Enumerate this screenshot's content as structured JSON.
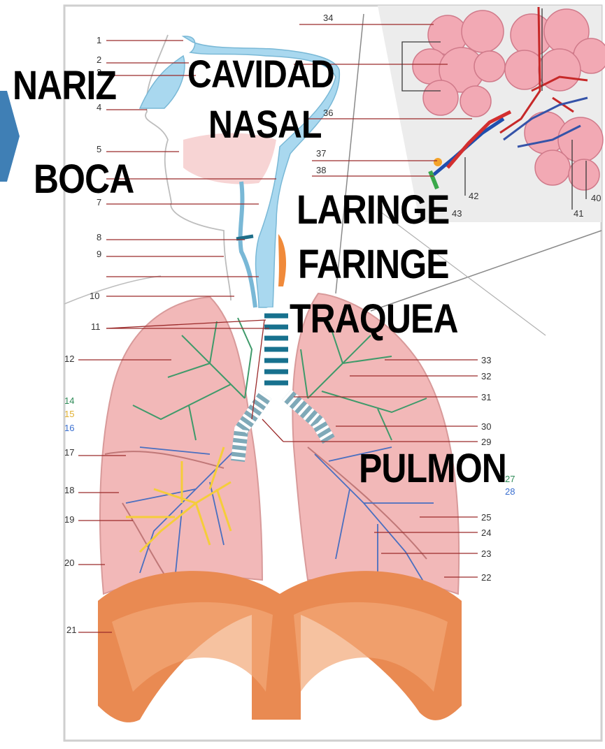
{
  "colors": {
    "frame": "#cfcfcf",
    "leader_line": "#9b2a2a",
    "nasal_cavity": "#a9d8ef",
    "lung_tissue": "#f2b8b8",
    "bronchi_green": "#3f9a6a",
    "veins_blue": "#4a6fc0",
    "yellow_tree": "#f5cd3a",
    "diaphragm": "#e98a52",
    "arrow_tab": "#3f7fb5",
    "trachea_ring": "#17718e"
  },
  "big_labels": {
    "nariz": "NARIZ",
    "cavidad": "CAVIDAD",
    "nasal": "NASAL",
    "boca": "BOCA",
    "laringe": "LARINGE",
    "faringe": "FARINGE",
    "traquea": "TRAQUEA",
    "pulmon": "PULMON"
  },
  "numbers": {
    "n1": "1",
    "n2": "2",
    "n3": "3",
    "n4": "4",
    "n5": "5",
    "n7": "7",
    "n8": "8",
    "n9": "9",
    "n10": "10",
    "n11": "11",
    "n12": "12",
    "n14": "14",
    "n15": "15",
    "n16": "16",
    "n17": "17",
    "n18": "18",
    "n19": "19",
    "n20": "20",
    "n21": "21",
    "n22": "22",
    "n23": "23",
    "n24": "24",
    "n25": "25",
    "n27": "27",
    "n28": "28",
    "n29": "29",
    "n30": "30",
    "n31": "31",
    "n32": "32",
    "n33": "33",
    "n34": "34",
    "n36": "36",
    "n37": "37",
    "n38": "38",
    "n40": "40",
    "n41": "41",
    "n42": "42",
    "n43": "43"
  }
}
